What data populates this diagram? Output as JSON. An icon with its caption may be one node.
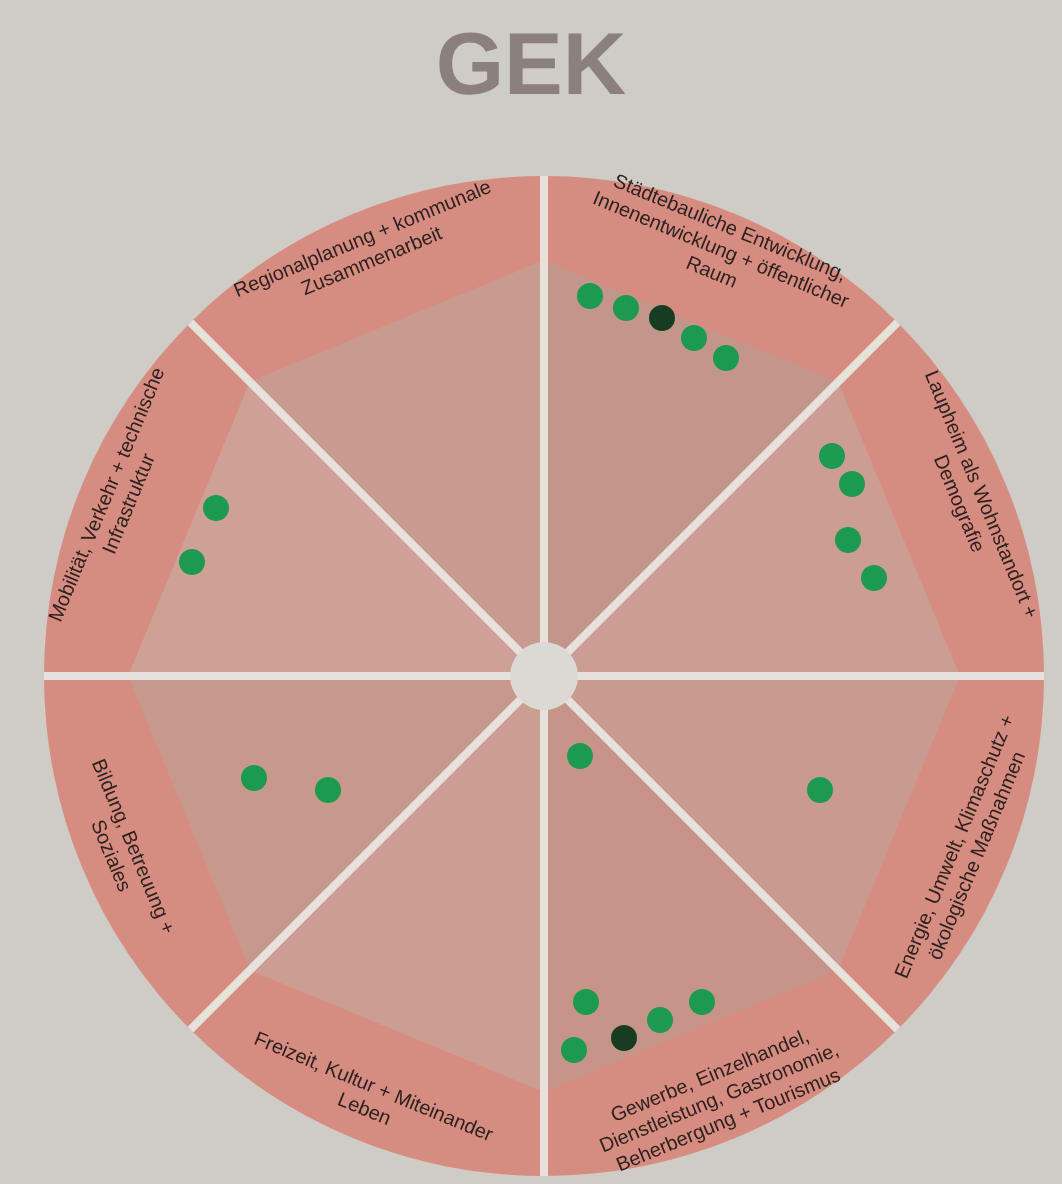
{
  "diagram": {
    "title": "GEK",
    "nodes": [
      {
        "text": [
          "Regionalplanung + kommunale Zusammenarbeit"
        ]
      },
      {
        "text": [
          "Städtebauliche Entwicklung, Innenentwicklung + öffentlicher Raum"
        ]
      },
      {
        "text": [
          "Laupheim als Wohnstandort + Demografie"
        ]
      },
      {
        "text": [
          "Energie, Umwelt, Klimaschutz + ökologische Maßnahmen"
        ]
      },
      {
        "text": [
          "Gewerbe, Einzelhandel, Dienstleistung, Gastronomie, Beherbergung + Tourismus"
        ]
      },
      {
        "text": [
          "Freizeit, Kultur + Miteinander Leben"
        ]
      },
      {
        "text": [
          "Bildung, Betreuung + Soziales"
        ]
      },
      {
        "text": [
          "Mobilität, Verkehr + technische Infrastruktur"
        ]
      }
    ]
  }
}
